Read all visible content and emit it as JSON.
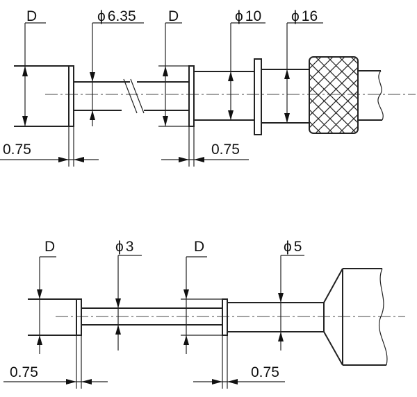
{
  "top_gauge": {
    "labels": {
      "d_left": "D",
      "phi_pin": "6.35",
      "d_right": "D",
      "phi_shank": "10",
      "phi_collar": "16",
      "gap_left": "0.75",
      "gap_right": "0.75"
    }
  },
  "bottom_gauge": {
    "labels": {
      "d_left": "D",
      "phi_pin": "3",
      "d_right": "D",
      "phi_shank": "5",
      "gap_left": "0.75",
      "gap_right": "0.75"
    }
  },
  "symbols": {
    "diameter": "ϕ"
  }
}
